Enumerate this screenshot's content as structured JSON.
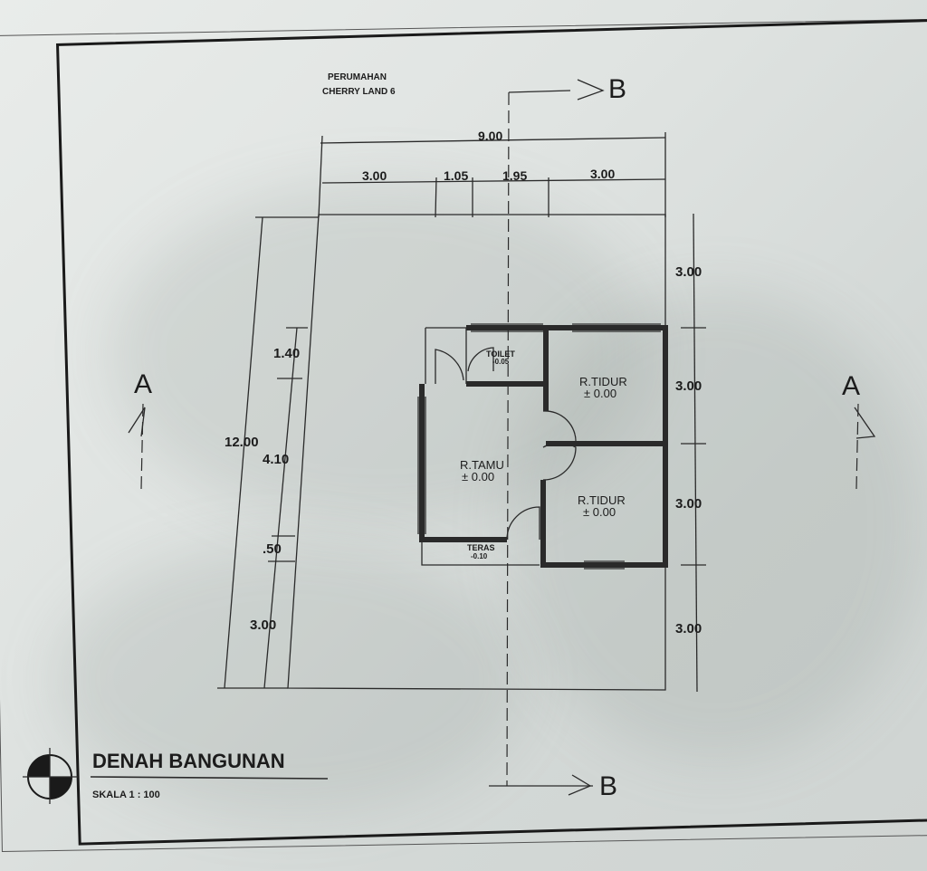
{
  "project": {
    "line1": "PERUMAHAN",
    "line2": "CHERRY LAND 6"
  },
  "title": "DENAH BANGUNAN",
  "scale": "SKALA 1 : 100",
  "section_marks": {
    "a_left": "A",
    "a_right": "A",
    "b_top": "B",
    "b_bottom": "B"
  },
  "dimensions": {
    "top_total": "9.00",
    "top_segments": [
      "3.00",
      "1.05",
      "1.95",
      "3.00"
    ],
    "left_total": "12.00",
    "left_segments": [
      "1.40",
      "4.10",
      ".50",
      "3.00"
    ],
    "right_segments": [
      "3.00",
      "3.00",
      "3.00",
      "3.00"
    ]
  },
  "rooms": [
    {
      "name": "TOILET",
      "level": "-0.05"
    },
    {
      "name": "R.TIDUR",
      "level": "± 0.00"
    },
    {
      "name": "R.TAMU",
      "level": "± 0.00"
    },
    {
      "name": "R.TIDUR",
      "level": "± 0.00"
    },
    {
      "name": "TERAS",
      "level": "-0.10"
    }
  ]
}
